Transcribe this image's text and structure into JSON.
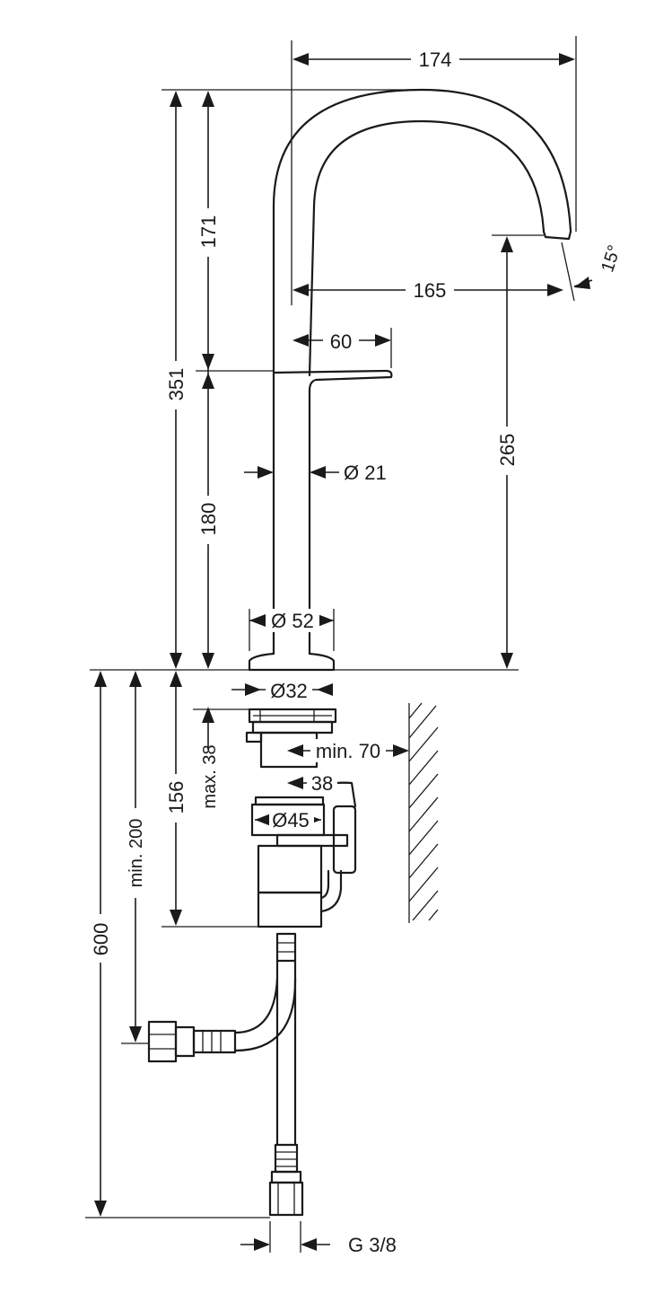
{
  "dimensions": {
    "spout_reach_total": "174",
    "spout_reach": "165",
    "spout_angle": "15°",
    "spout_arch_height": "171",
    "total_height": "351",
    "spout_outlet_height": "265",
    "body_height": "180",
    "lever_length": "60",
    "body_diameter": "Ø 21",
    "base_diameter": "Ø 52",
    "shank_diameter": "Ø32",
    "max_deck_thickness": "max. 38",
    "min_wall_distance": "min. 70",
    "fixing_depth": "38",
    "nut_diameter": "Ø45",
    "underside_height": "156",
    "min_hose_height": "min. 200",
    "hose_length": "600",
    "connection_thread": "G 3/8"
  }
}
